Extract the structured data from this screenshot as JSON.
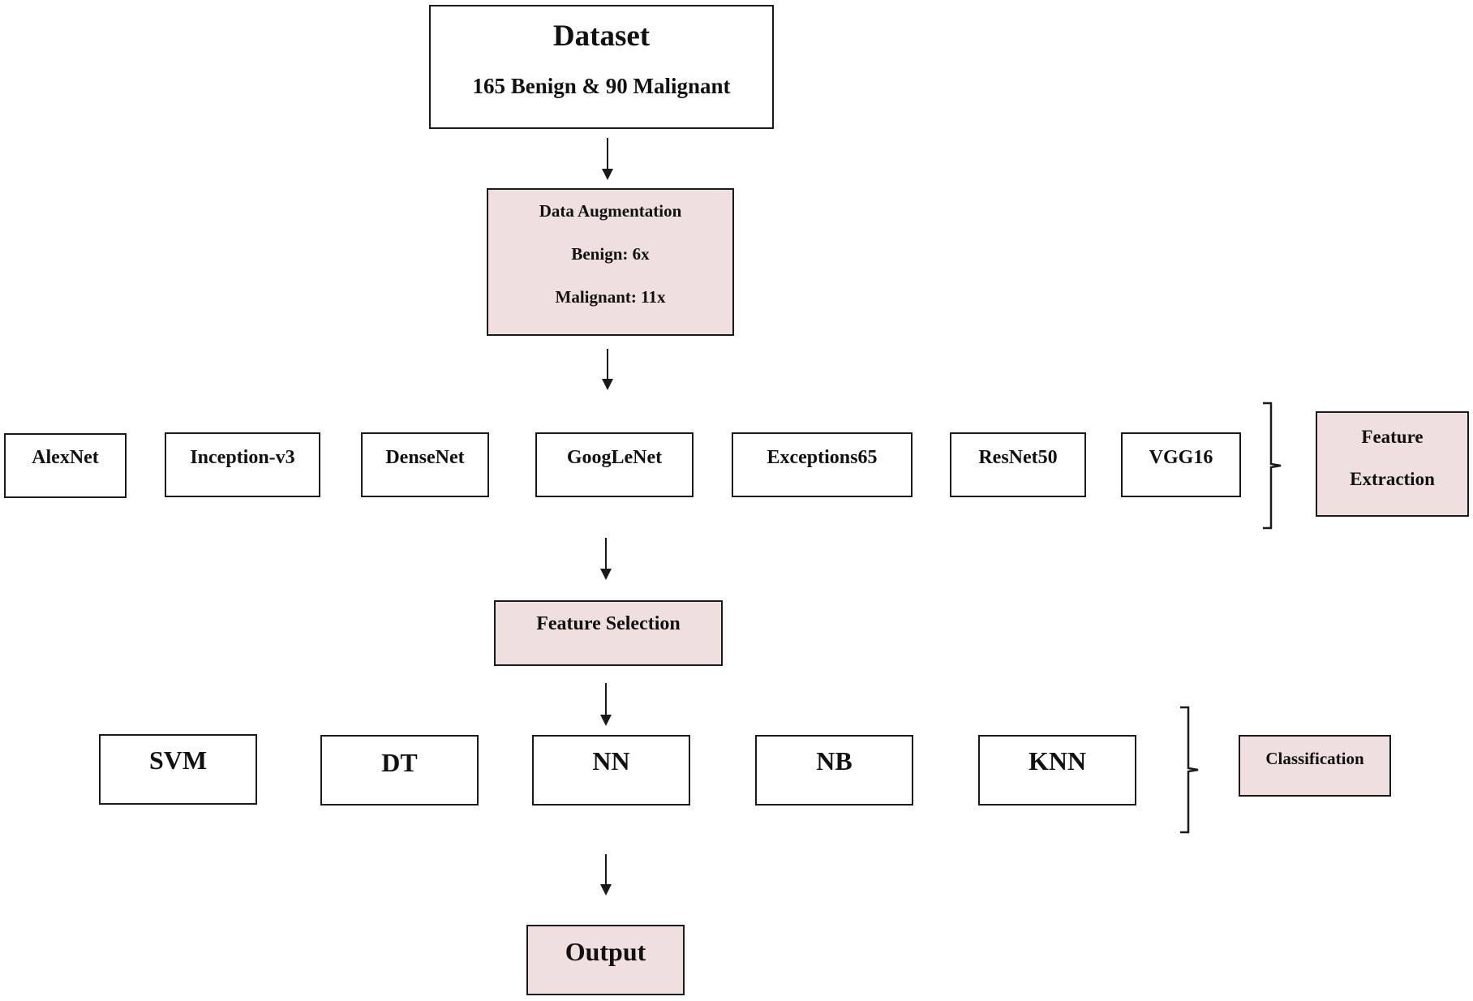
{
  "dataset": {
    "title": "Dataset",
    "subtitle": "165 Benign & 90 Malignant"
  },
  "augmentation": {
    "title": "Data Augmentation",
    "benign": "Benign: 6x",
    "malignant": "Malignant: 11x"
  },
  "feature_extraction": {
    "models": [
      "AlexNet",
      "Inception-v3",
      "DenseNet",
      "GoogLeNet",
      "Exceptions65",
      "ResNet50",
      "VGG16"
    ],
    "label_line1": "Feature",
    "label_line2": "Extraction"
  },
  "feature_selection": {
    "label": "Feature Selection"
  },
  "classification": {
    "classifiers": [
      "SVM",
      "DT",
      "NN",
      "NB",
      "KNN"
    ],
    "label": "Classification"
  },
  "output": {
    "label": "Output"
  },
  "colors": {
    "highlight_fill": "#f0dfdf",
    "border": "#1a1a1a",
    "text": "#111111"
  }
}
